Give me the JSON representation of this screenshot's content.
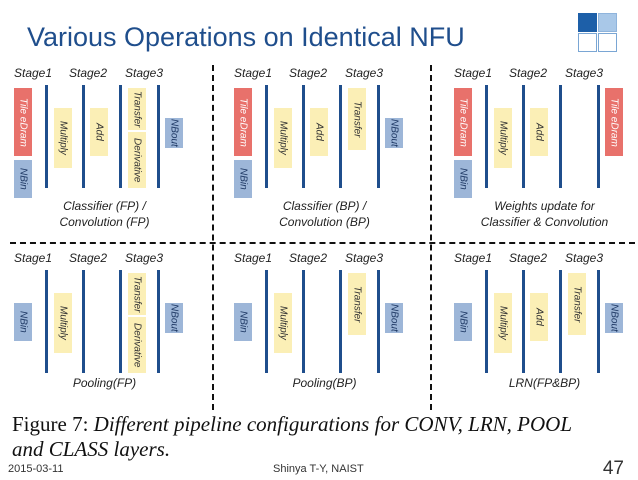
{
  "title": "Various Operations on Identical NFU",
  "stage_labels": [
    "Stage1",
    "Stage2",
    "Stage3"
  ],
  "labels": {
    "tile": "Tile eDram",
    "nbin": "NBin",
    "nbout": "NBout",
    "multiply": "Multiply",
    "add": "Add",
    "transfer": "Transfer",
    "derivative": "Derivative"
  },
  "panels": [
    {
      "caption_lines": [
        "Classifier (FP) /",
        "Convolution (FP)"
      ]
    },
    {
      "caption_lines": [
        "Classifier (BP) /",
        "Convolution (BP)"
      ]
    },
    {
      "caption_lines": [
        "Weights update for",
        "Classifier & Convolution"
      ]
    },
    {
      "caption_lines": [
        "Pooling(FP)"
      ]
    },
    {
      "caption_lines": [
        "Pooling(BP)"
      ]
    },
    {
      "caption_lines": [
        "LRN(FP&BP)"
      ]
    }
  ],
  "figure_caption": {
    "prefix": "Figure 7: ",
    "line1": "Different pipeline configurations for CONV, LRN, POOL",
    "line2": "and CLASS layers."
  },
  "footer": {
    "date": "2015-03-11",
    "author": "Shinya T-Y, NAIST",
    "page": "47"
  }
}
